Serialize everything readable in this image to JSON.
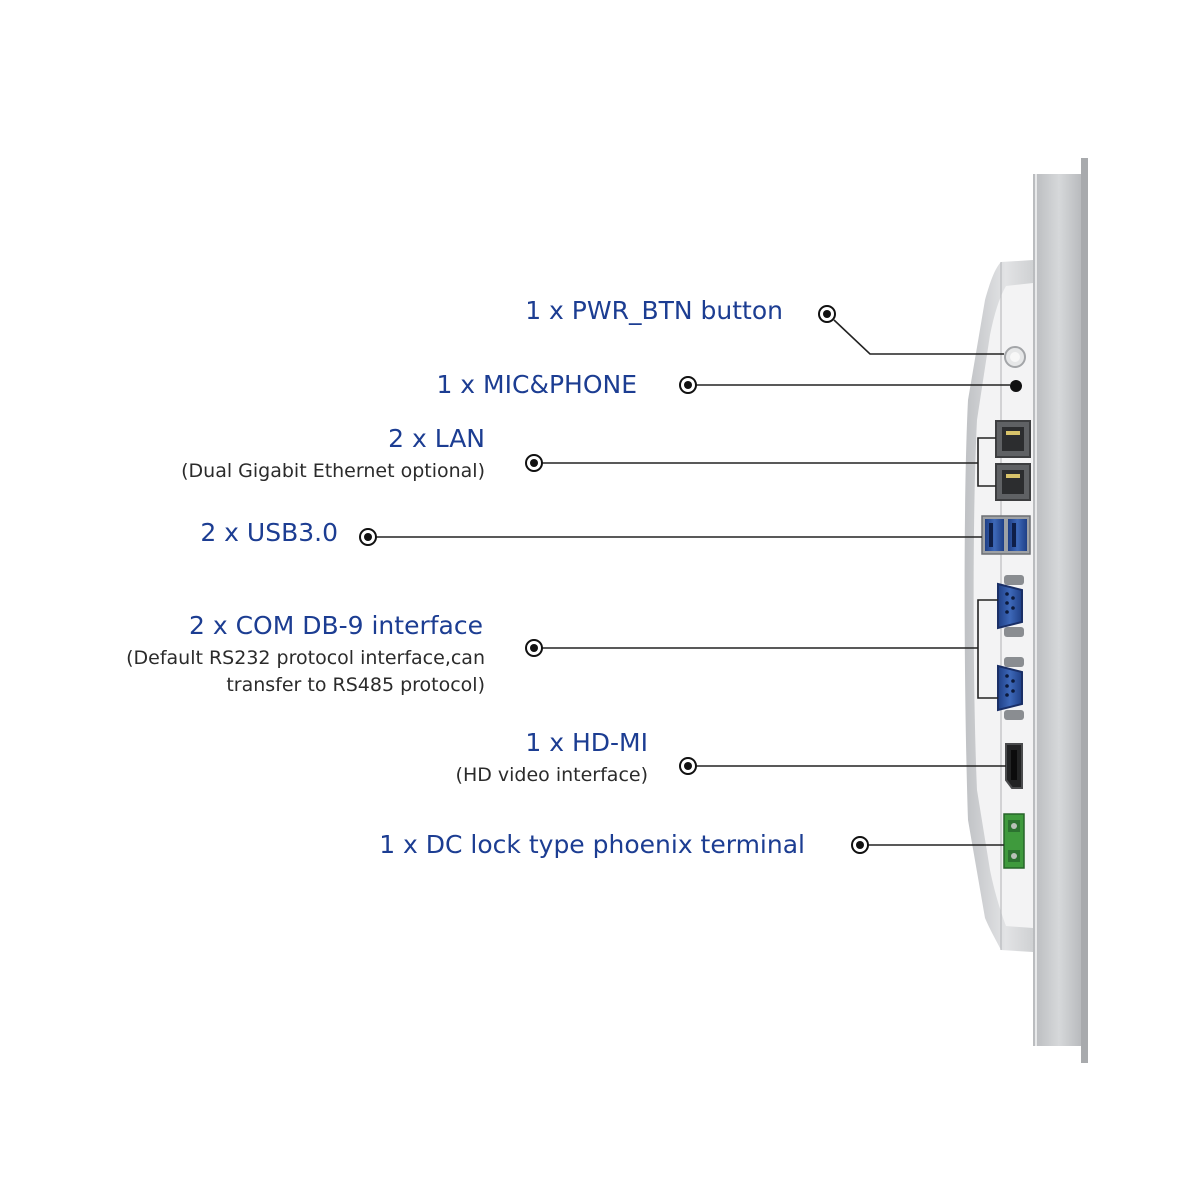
{
  "callouts": [
    {
      "id": "pwr",
      "title": "1 x PWR_BTN button",
      "notes": []
    },
    {
      "id": "mic",
      "title": "1 x MIC&PHONE",
      "notes": []
    },
    {
      "id": "lan",
      "title": "2 x LAN",
      "notes": [
        "(Dual Gigabit Ethernet optional)"
      ]
    },
    {
      "id": "usb",
      "title": "2 x USB3.0",
      "notes": []
    },
    {
      "id": "com",
      "title": "2 x COM DB-9 interface",
      "notes": [
        "(Default RS232 protocol interface,can",
        "transfer to RS485 protocol)"
      ]
    },
    {
      "id": "hdmi",
      "title": "1 x HD-MI",
      "notes": [
        "(HD video interface)"
      ]
    },
    {
      "id": "dc",
      "title": "1 x DC lock type phoenix terminal",
      "notes": []
    }
  ],
  "colors": {
    "label_blue": "#1c3d92",
    "note_text": "#2b2b2b",
    "leader_line": "#222222",
    "panel_gray": "#c9cbcd",
    "port_blue": "#2a4f9c",
    "terminal_green": "#3f9a3d"
  },
  "icons": [
    "power-button-icon",
    "audio-jack-icon",
    "rj45-port-icon",
    "usb3-port-icon",
    "db9-port-icon",
    "hdmi-port-icon",
    "phoenix-terminal-icon"
  ]
}
